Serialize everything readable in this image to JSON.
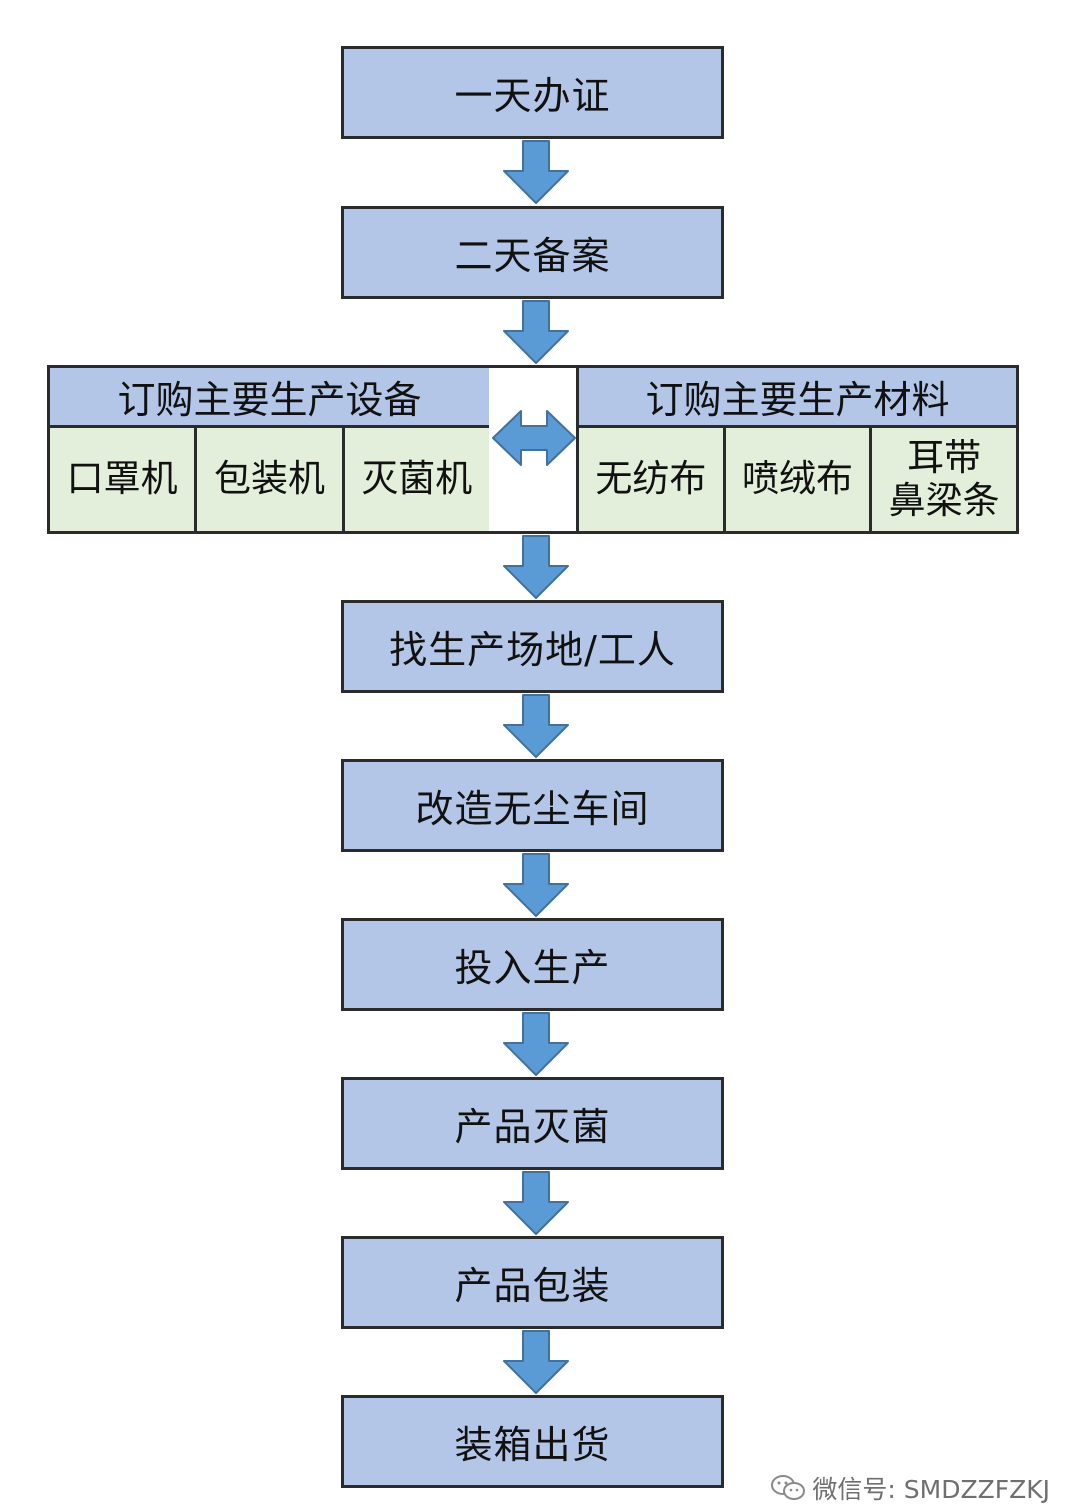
{
  "colors": {
    "box_fill": "#b4c6e7",
    "cell_fill": "#e3efda",
    "border": "#2b2b2b",
    "arrow_fill": "#5b9bd5",
    "arrow_stroke": "#41719c"
  },
  "steps": [
    {
      "label": "一天办证"
    },
    {
      "label": "二天备案"
    },
    {
      "label": "找生产场地/工人"
    },
    {
      "label": "改造无尘车间"
    },
    {
      "label": "投入生产"
    },
    {
      "label": "产品灭菌"
    },
    {
      "label": "产品包装"
    },
    {
      "label": "装箱出货"
    }
  ],
  "equipment": {
    "title": "订购主要生产设备",
    "items": [
      "口罩机",
      "包装机",
      "灭菌机"
    ]
  },
  "materials": {
    "title": "订购主要生产材料",
    "items": [
      "无纺布",
      "喷绒布"
    ],
    "last_item_lines": [
      "耳带",
      "鼻梁条"
    ]
  },
  "watermark": {
    "text": "微信号: SMDZZFZKJ",
    "icon": "wechat-icon"
  }
}
